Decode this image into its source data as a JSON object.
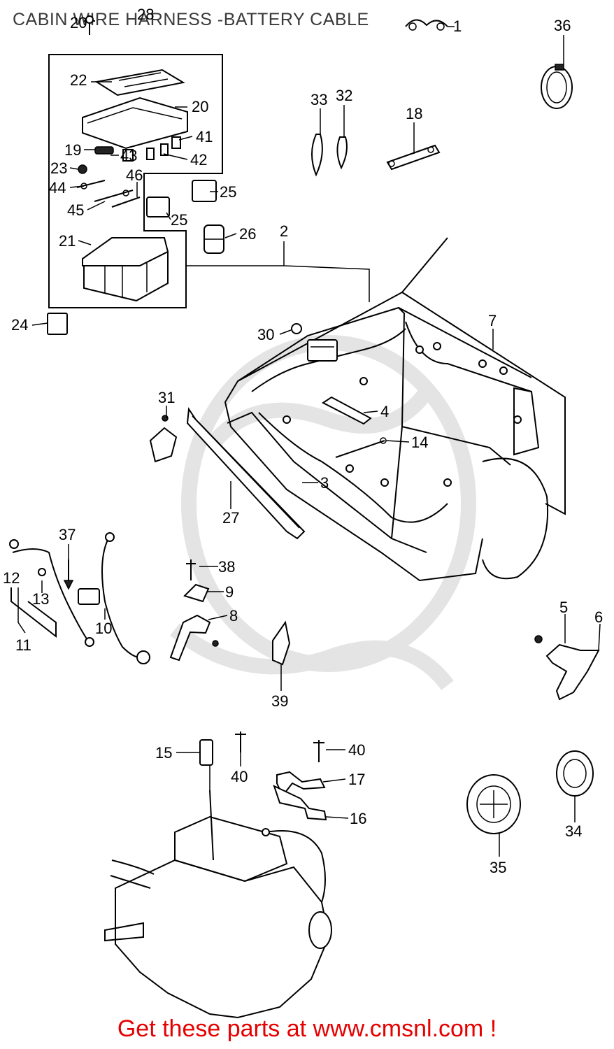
{
  "title": "CABIN WIRE HARNESS -BATTERY CABLE",
  "footer": "Get these parts at www.cmsnl.com !",
  "colors": {
    "footer": "#e60000",
    "title": "#3a3a3a",
    "watermark": "#e4e4e4"
  },
  "callouts": {
    "c1": "1",
    "c2": "2",
    "c3": "3",
    "c4": "4",
    "c5": "5",
    "c6": "6",
    "c7": "7",
    "c8": "8",
    "c9": "9",
    "c10": "10",
    "c11": "11",
    "c12": "12",
    "c13": "13",
    "c14": "14",
    "c15": "15",
    "c16": "16",
    "c17": "17",
    "c18": "18",
    "c19": "19",
    "c20a": "20",
    "c20b": "20",
    "c21": "21",
    "c22": "22",
    "c23": "23",
    "c24": "24",
    "c25a": "25",
    "c25b": "25",
    "c26": "26",
    "c27": "27",
    "c28": "28",
    "c30": "30",
    "c31": "31",
    "c32": "32",
    "c33": "33",
    "c34": "34",
    "c35": "35",
    "c36": "36",
    "c37": "37",
    "c38": "38",
    "c39": "39",
    "c40a": "40",
    "c40b": "40",
    "c41": "41",
    "c42": "42",
    "c43": "43",
    "c44": "44",
    "c45": "45",
    "c46": "46"
  }
}
